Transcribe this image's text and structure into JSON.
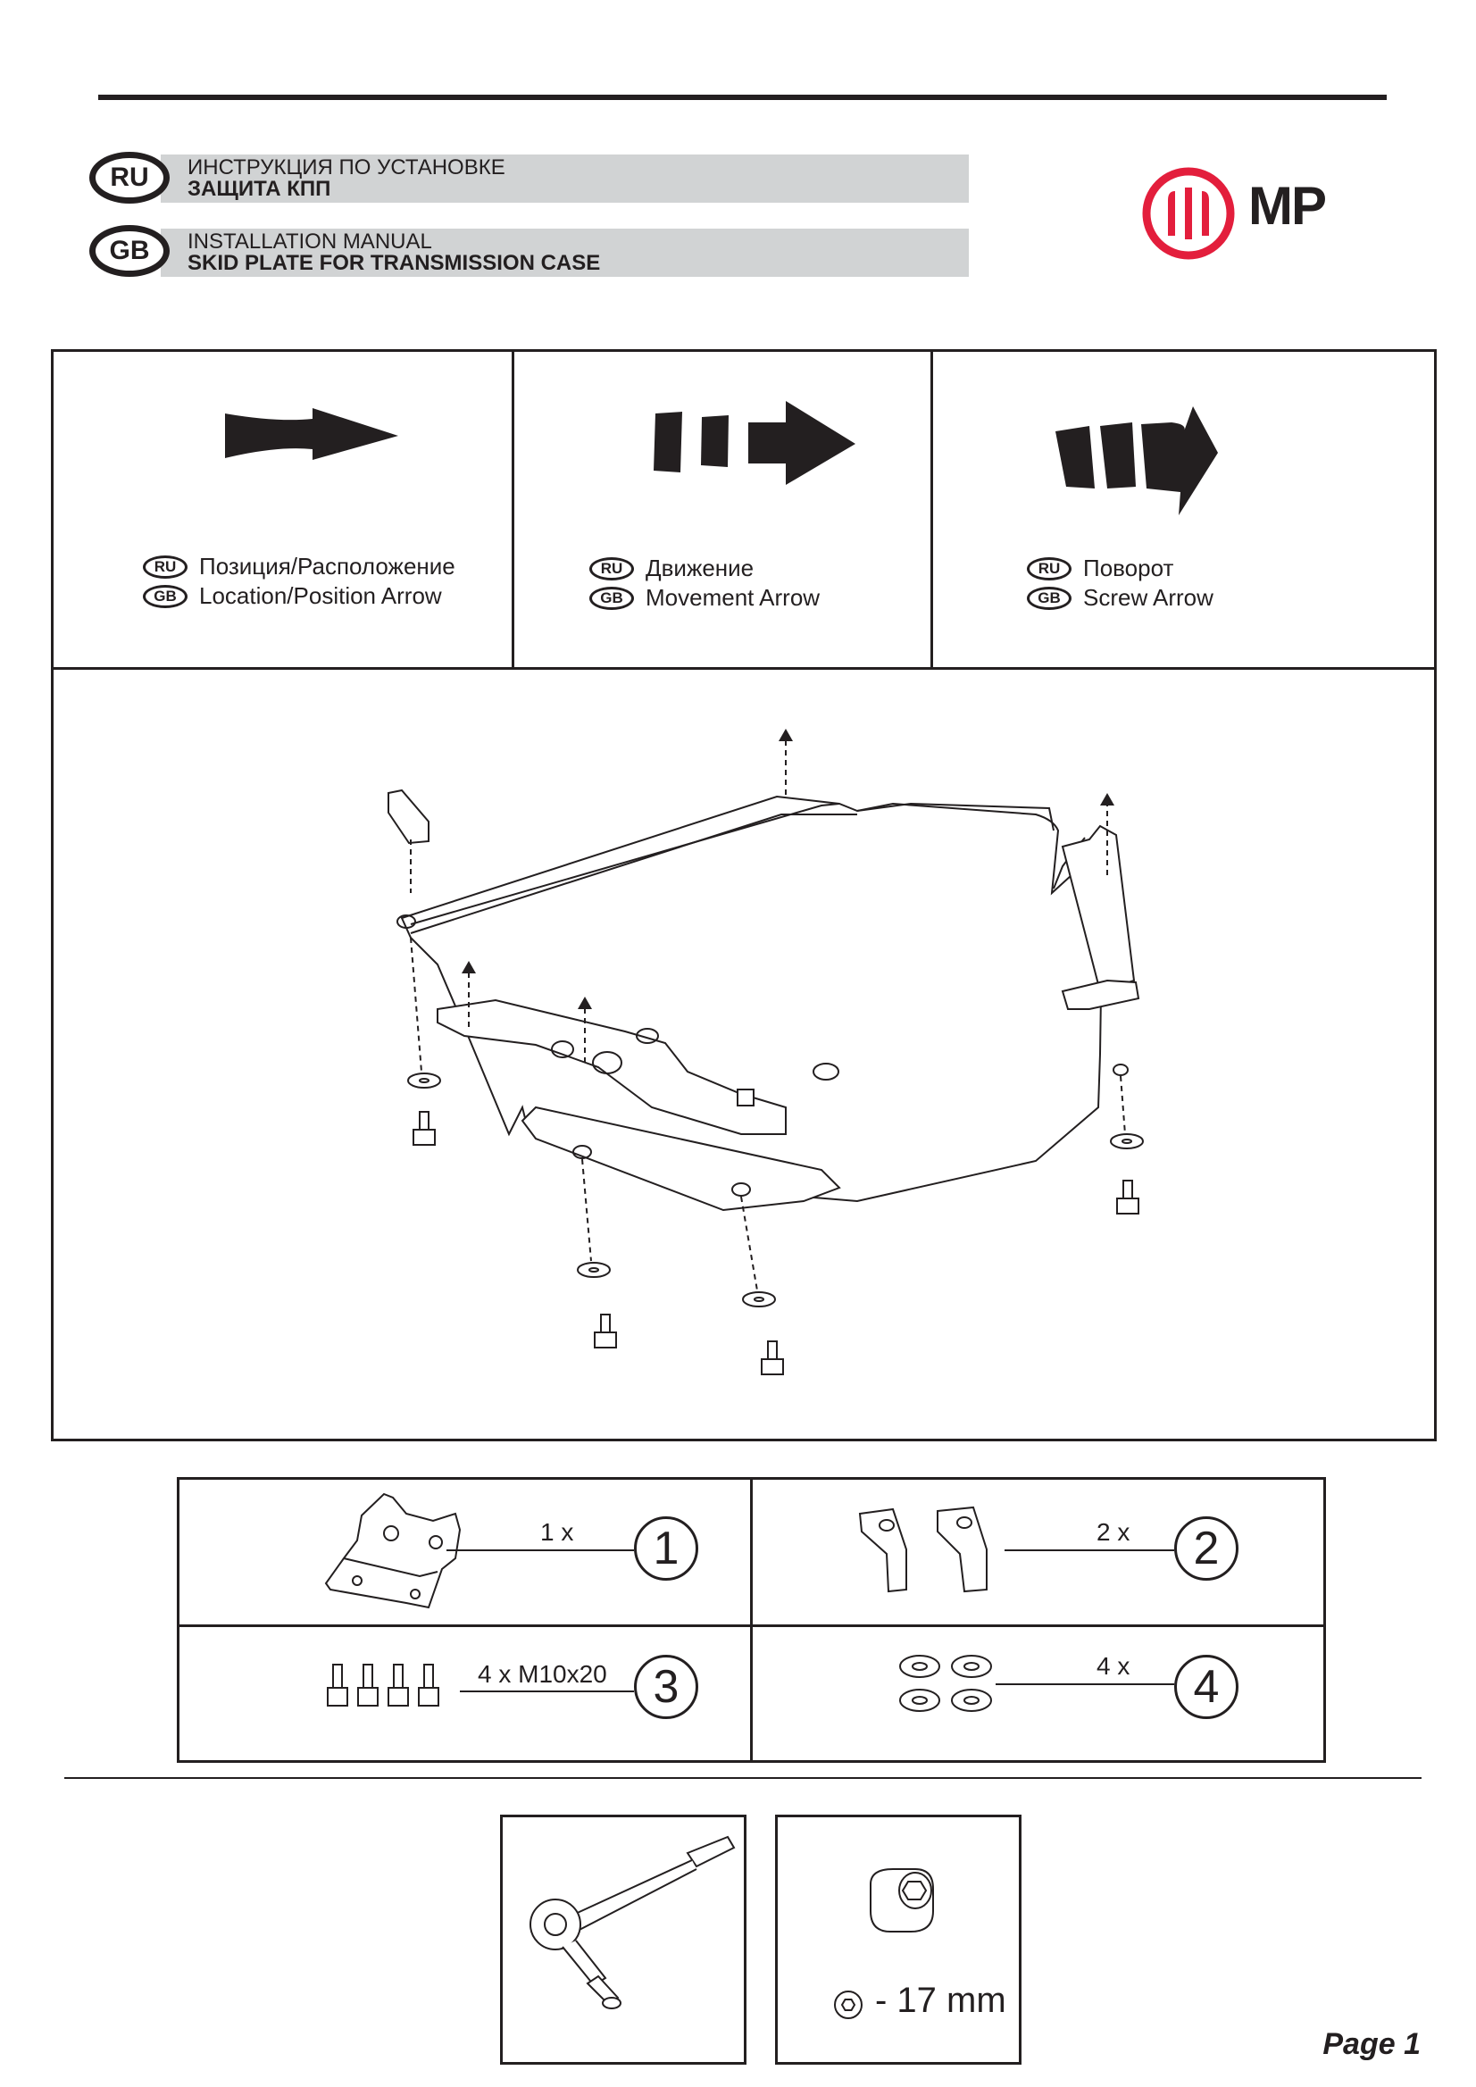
{
  "header": {
    "ru": {
      "badge": "RU",
      "line1": "ИНСТРУКЦИЯ ПО УСТАНОВКЕ",
      "line2": "ЗАЩИТА КПП"
    },
    "gb": {
      "badge": "GB",
      "line1": "INSTALLATION MANUAL",
      "line2": "SKID PLATE FOR TRANSMISSION CASE"
    },
    "brand": "MP",
    "brand_color": "#e31e3c"
  },
  "legend": [
    {
      "ru_badge": "RU",
      "ru_text": "Позиция/Расположение",
      "gb_badge": "GB",
      "gb_text": "Location/Position Arrow"
    },
    {
      "ru_badge": "RU",
      "ru_text": "Движение",
      "gb_badge": "GB",
      "gb_text": "Movement Arrow"
    },
    {
      "ru_badge": "RU",
      "ru_text": "Поворот",
      "gb_badge": "GB",
      "gb_text": "Screw Arrow"
    }
  ],
  "parts": [
    {
      "qty": "1 x",
      "number": "1"
    },
    {
      "qty": "2 x",
      "number": "2"
    },
    {
      "qty": "4 x M10x20",
      "number": "3"
    },
    {
      "qty": "4 x",
      "number": "4"
    }
  ],
  "tools": {
    "socket_size": "- 17 mm"
  },
  "footer": {
    "page": "Page 1"
  }
}
